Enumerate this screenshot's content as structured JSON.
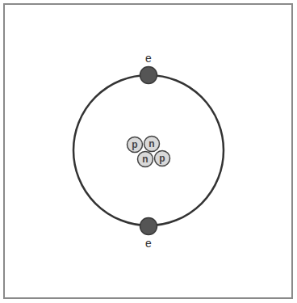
{
  "diagram": {
    "nodes": [
      {
        "text": [
          "e"
        ]
      },
      {
        "text": [
          "p"
        ]
      },
      {
        "text": [
          "n"
        ]
      },
      {
        "text": [
          "n"
        ]
      },
      {
        "text": [
          "p"
        ]
      },
      {
        "text": [
          "e"
        ]
      }
    ]
  }
}
